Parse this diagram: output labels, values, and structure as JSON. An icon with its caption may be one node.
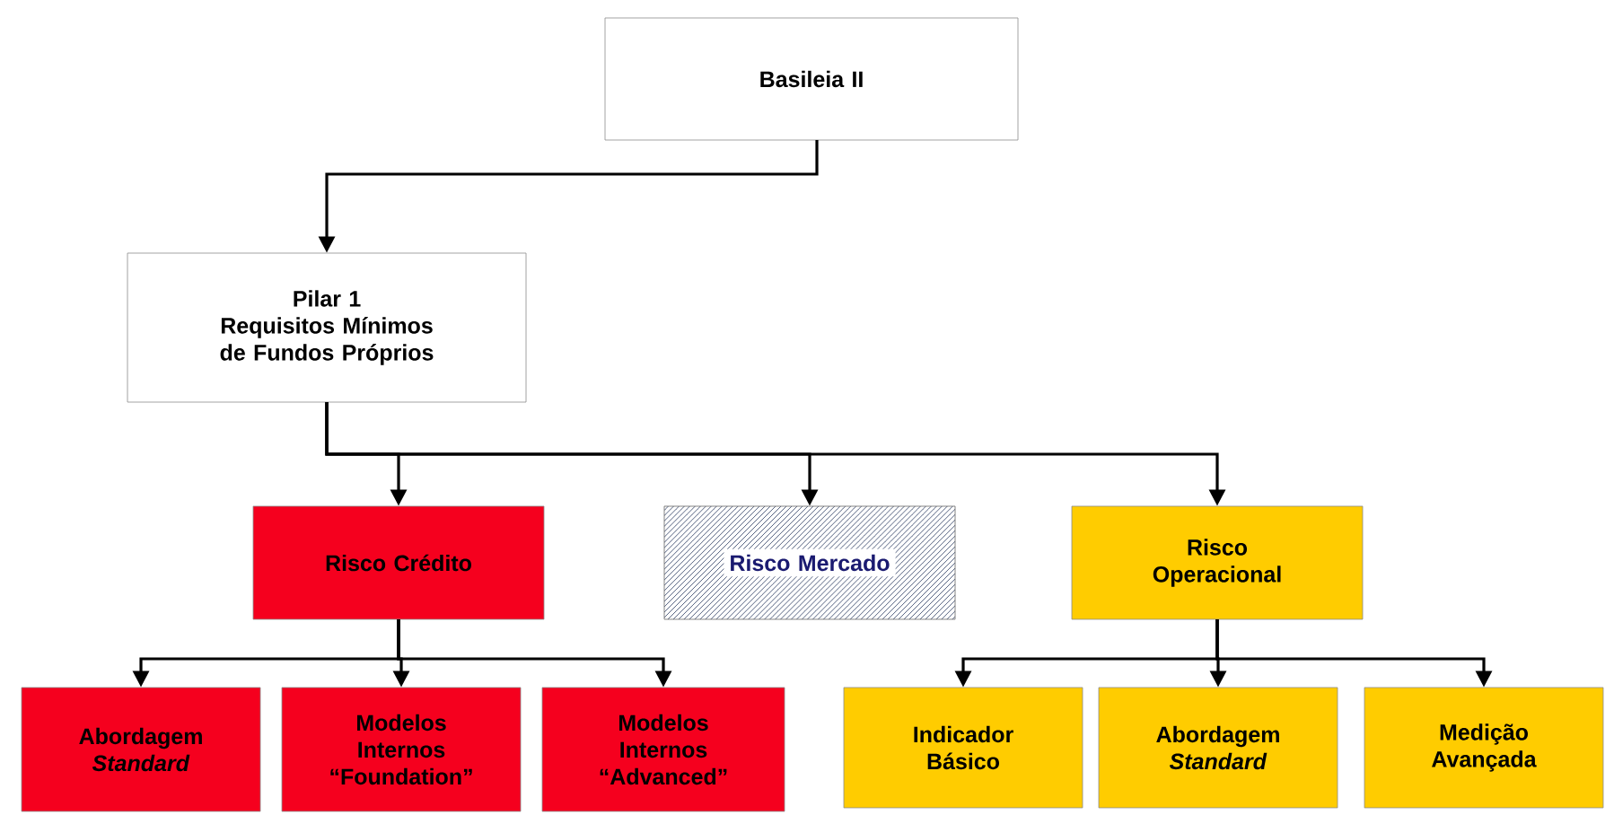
{
  "diagram": {
    "nodes": [
      {
        "text": [
          "Basileia II"
        ]
      },
      {
        "text": [
          "Pilar 1",
          "Requisitos Mínimos de Fundos Próprios"
        ]
      },
      {
        "text": [
          "Risco Crédito"
        ]
      },
      {
        "text": [
          "Risco Mercado"
        ]
      },
      {
        "text": [
          "Risco Operacional"
        ]
      },
      {
        "text": [
          "Abordagem *Standard*"
        ]
      },
      {
        "text": [
          "Modelos Internos “Foundation”"
        ]
      },
      {
        "text": [
          "Modelos Internos “Advanced”"
        ]
      },
      {
        "text": [
          "Indicador Básico"
        ]
      },
      {
        "text": [
          "Abordagem *Standard*"
        ]
      },
      {
        "text": [
          "Medição Avançada"
        ]
      }
    ],
    "edges": [
      {
        "from": 0,
        "to": 1,
        "arrow": "to"
      },
      {
        "from": 1,
        "to": 2,
        "arrow": "to"
      },
      {
        "from": 1,
        "to": 3,
        "arrow": "to"
      },
      {
        "from": 1,
        "to": 4,
        "arrow": "to"
      },
      {
        "from": 2,
        "to": 5,
        "arrow": "to"
      },
      {
        "from": 2,
        "to": 6,
        "arrow": "to"
      },
      {
        "from": 2,
        "to": 7,
        "arrow": "to"
      },
      {
        "from": 4,
        "to": 8,
        "arrow": "to"
      },
      {
        "from": 4,
        "to": 9,
        "arrow": "to"
      },
      {
        "from": 4,
        "to": 10,
        "arrow": "to"
      }
    ]
  }
}
